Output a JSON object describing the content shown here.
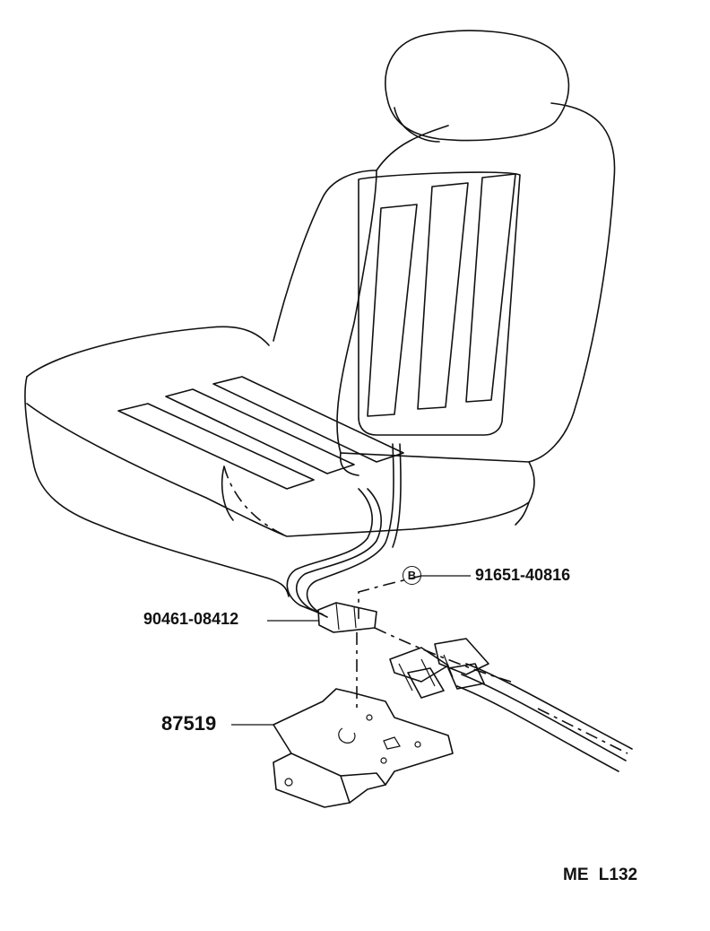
{
  "callouts": {
    "marker_b_letter": "B",
    "part_b": "91651-40816",
    "part_bolt": "90461-08412",
    "part_bracket": "87519"
  },
  "diagram_code": "ME  L132"
}
